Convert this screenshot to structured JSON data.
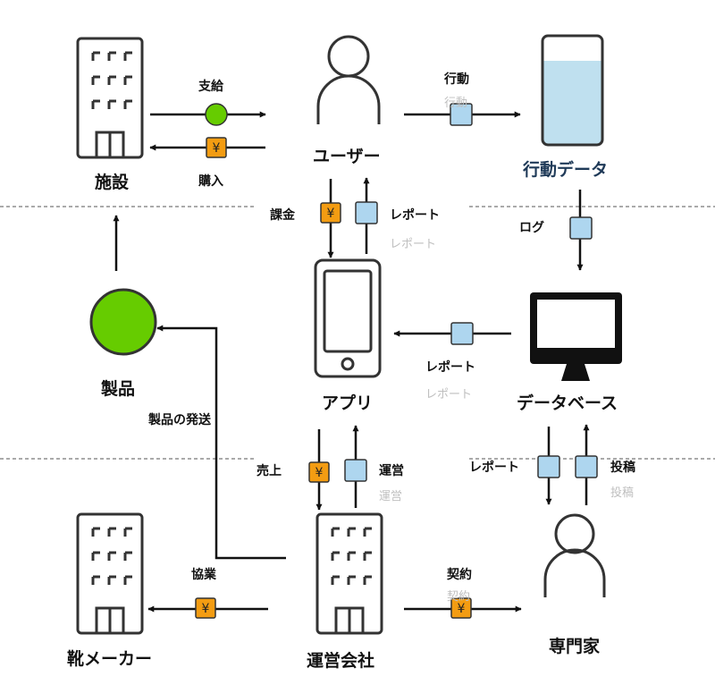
{
  "nodes": {
    "facility": "施設",
    "user": "ユーザー",
    "behavior_data": "行動データ",
    "product": "製品",
    "app": "アプリ",
    "database": "データベース",
    "shoe_maker": "靴メーカー",
    "operator": "運営会社",
    "expert": "専門家"
  },
  "edges": {
    "supply": "支給",
    "purchase": "購入",
    "behavior": "行動",
    "billing": "課金",
    "report_user": "レポート",
    "log": "ログ",
    "report_db": "レポート",
    "product_shipping": "製品の発送",
    "sales": "売上",
    "operation": "運営",
    "report_expert": "レポート",
    "post": "投稿",
    "collaboration": "協業",
    "contract": "契約"
  },
  "ghost_labels": {
    "behavior": "行動",
    "report_user": "レポート",
    "report_db": "レポート",
    "operation": "運営",
    "post": "投稿",
    "contract": "契約"
  },
  "icons": {
    "yen": "¥",
    "facility_icon": "building-icon",
    "user_icon": "person-icon",
    "data_icon": "glass-icon",
    "product_icon": "green-circle-icon",
    "app_icon": "smartphone-icon",
    "db_icon": "monitor-icon"
  },
  "colors": {
    "yen_token": "#f39c12",
    "data_token": "#aed6ef",
    "product_green": "#66cc00",
    "data_liquid": "#bfe0ef",
    "behavior_data_text": "#1f3a58"
  }
}
